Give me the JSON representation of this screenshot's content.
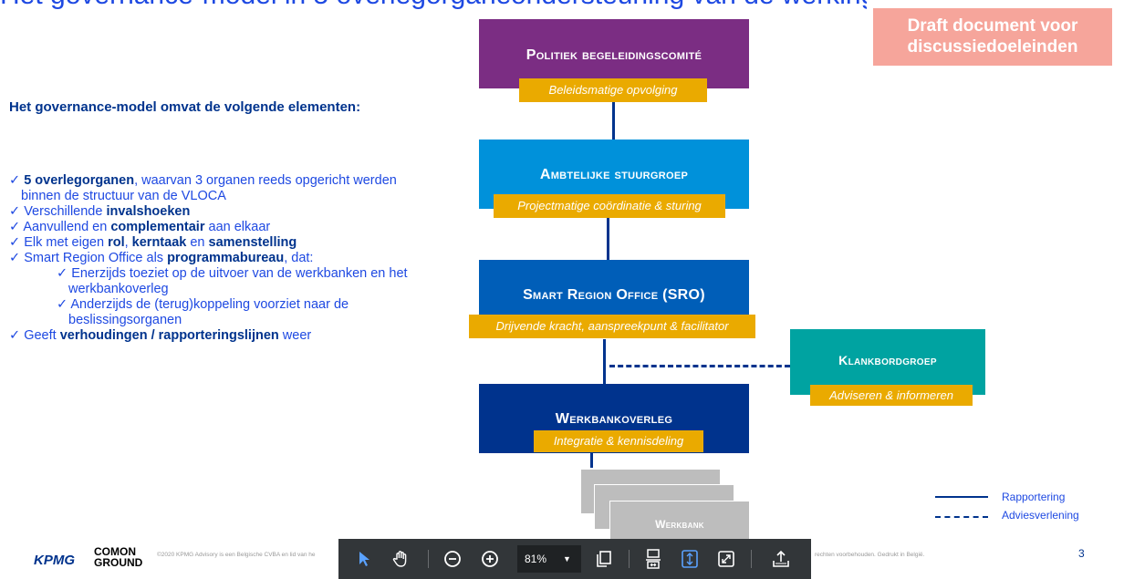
{
  "header": {
    "title_left": "Het governance-model in 5 overlegorganen als procesmatige ondersteuning",
    "title_right": "ondersteuning van de werking in een proeftuin"
  },
  "draft_badge": "Draft document voor discussiedoeleinden",
  "intro_text": "Het governance-model omvat de volgende elementen:",
  "bullets": {
    "b1_bold": "5 overlegorganen",
    "b1_rest": ", waarvan 3 organen reeds opgericht werden binnen de structuur van de VLOCA",
    "b2_pre": "Verschillende ",
    "b2_bold": "invalshoeken",
    "b3_pre": "Aanvullend en ",
    "b3_bold": "complementair",
    "b3_post": " aan elkaar",
    "b4_pre": "Elk met eigen ",
    "b4_bold1": "rol",
    "b4_mid1": ", ",
    "b4_bold2": "kerntaak",
    "b4_mid2": " en ",
    "b4_bold3": "samenstelling",
    "b5_pre": "Smart Region Office als ",
    "b5_bold": "programmabureau",
    "b5_post": ", dat:",
    "s1": "Enerzijds toeziet op de uitvoer van de werkbanken en het werkbankoverleg",
    "s2": "Anderzijds de (terug)koppeling voorziet naar de beslissingsorganen",
    "b6_pre": "Geeft ",
    "b6_bold": "verhoudingen / rapporteringslijnen",
    "b6_post": " weer",
    "check": "✓"
  },
  "org": {
    "politiek": {
      "title": "Politiek begeleidingscomité",
      "tag": "Beleidsmatige opvolging",
      "color": "#7b2d83"
    },
    "ambtelijk": {
      "title": "Ambtelijke stuurgroep",
      "tag": "Projectmatige coördinatie & sturing",
      "color": "#0091da"
    },
    "sro": {
      "title": "Smart Region Office (SRO)",
      "tag": "Drijvende kracht, aanspreekpunt & facilitator",
      "color": "#005eb8"
    },
    "klankbord": {
      "title": "Klankbordgroep",
      "tag": "Adviseren & informeren",
      "color": "#00a3a1"
    },
    "werkbankoverleg": {
      "title": "Werkbankoverleg",
      "tag": "Integratie & kennisdeling",
      "color": "#00338d"
    },
    "werkbank": {
      "title": "Werkbank"
    }
  },
  "legend": {
    "rapportering": "Rapportering",
    "advies": "Adviesverlening"
  },
  "footer": {
    "kpmg": "KPMG",
    "cg_line1": "COMON",
    "cg_line2": "GROUND",
    "copyright_left": "©2020 KPMG Advisory is een Belgische CVBA en lid van he",
    "copyright_right": "rechten voorbehouden. Gedrukt in België.",
    "page": "3"
  },
  "toolbar": {
    "zoom": "81%",
    "icons": [
      "select-arrow-icon",
      "hand-pan-icon",
      "zoom-out-icon",
      "zoom-in-icon",
      "copy-pages-icon",
      "fit-width-icon",
      "fit-page-icon",
      "fullscreen-icon",
      "export-icon"
    ]
  }
}
